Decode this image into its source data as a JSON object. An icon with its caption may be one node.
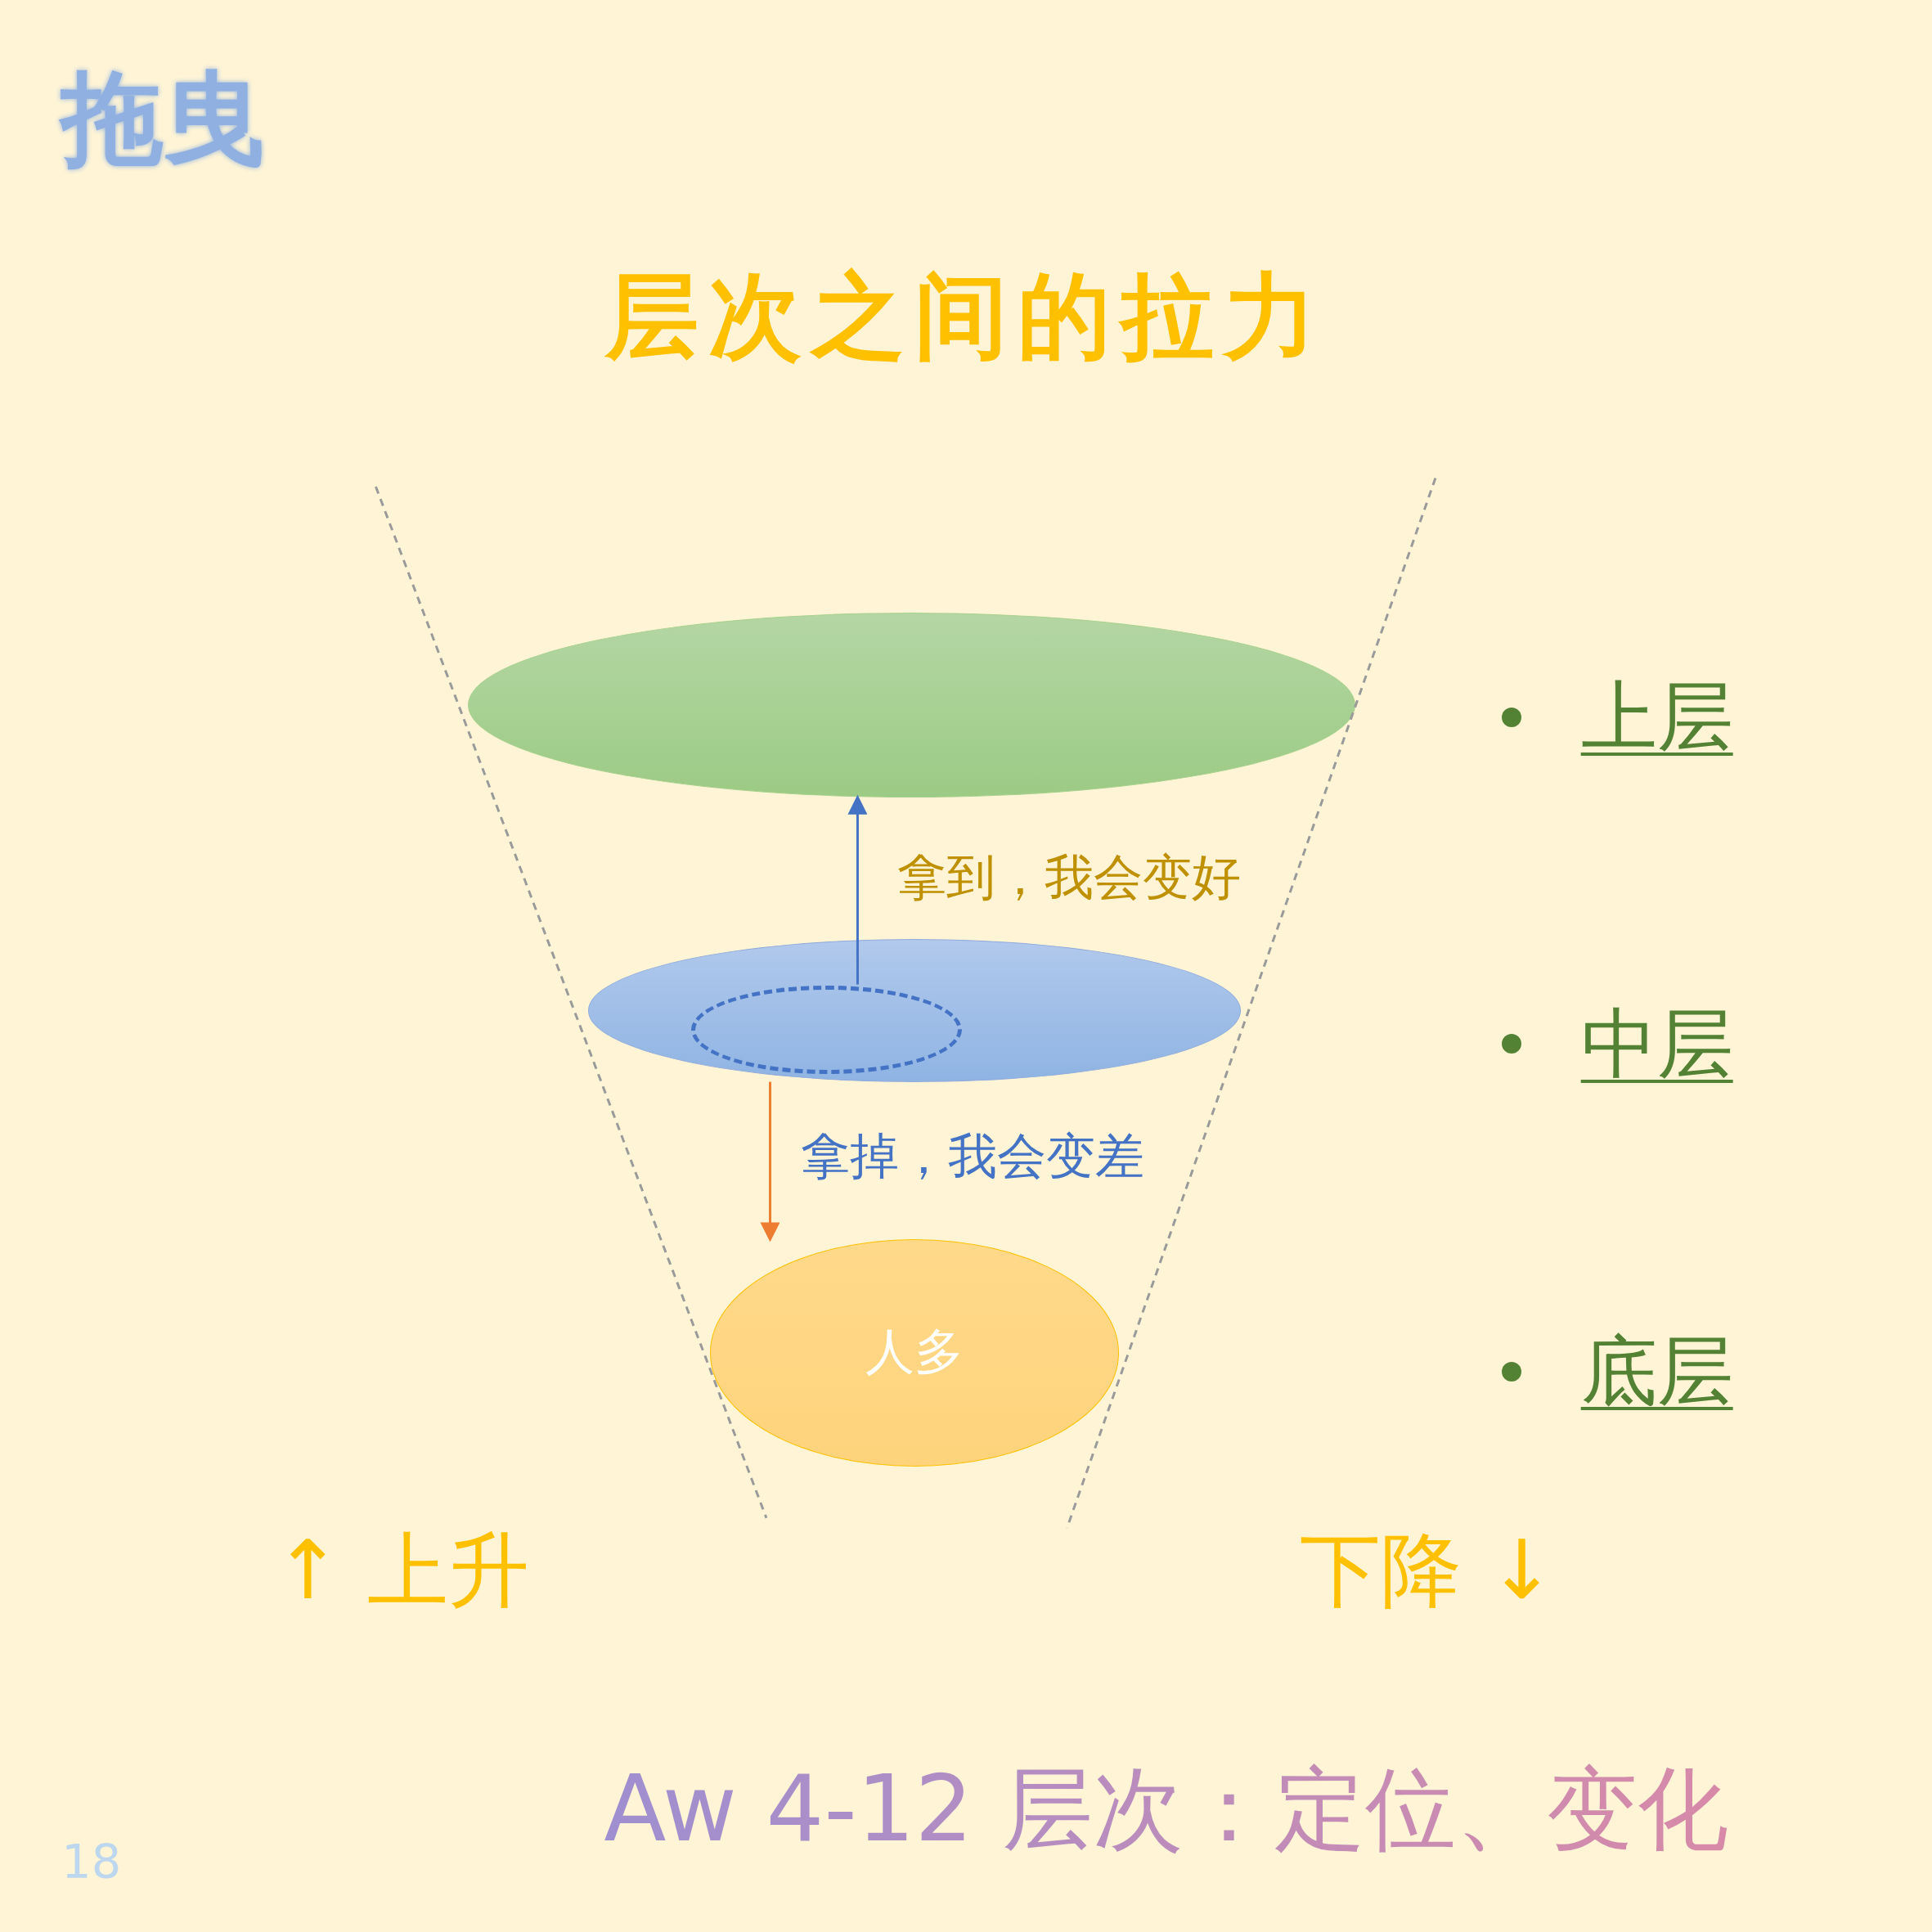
{
  "diagram": {
    "title": "层次之间的拉力",
    "nodes": [
      {
        "text": [],
        "shape": "ellipse"
      },
      {
        "text": [],
        "shape": "ellipse"
      },
      {
        "text": [],
        "shape": "ellipse",
        "in": 1
      },
      {
        "text": [
          "人多"
        ]
      }
    ],
    "edges": [
      {
        "from": 2,
        "to": 0,
        "arrow": "to",
        "label": "拿到，我会变好",
        "color": "#4472c4"
      },
      {
        "from": 1,
        "to": 3,
        "arrow": "to",
        "label": "拿掉，我会变差",
        "color": "#ed7d31"
      }
    ],
    "labels": [
      "拖曳",
      "上层",
      "中层",
      "底层",
      "↑ 上升",
      "下降 ↓",
      "Aw 4-12 层次：定位、变化",
      "18"
    ]
  }
}
